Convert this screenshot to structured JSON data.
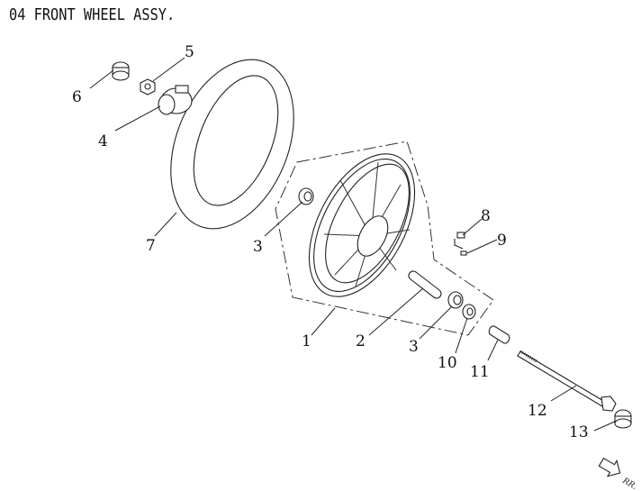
{
  "title": "04  FRONT WHEEL ASSY.",
  "direction_label": "RR.",
  "callouts": {
    "c1": "1",
    "c2": "2",
    "c3a": "3",
    "c3b": "3",
    "c4": "4",
    "c5": "5",
    "c6": "6",
    "c7": "7",
    "c8": "8",
    "c9": "9",
    "c10": "10",
    "c11": "11",
    "c12": "12",
    "c13": "13"
  }
}
